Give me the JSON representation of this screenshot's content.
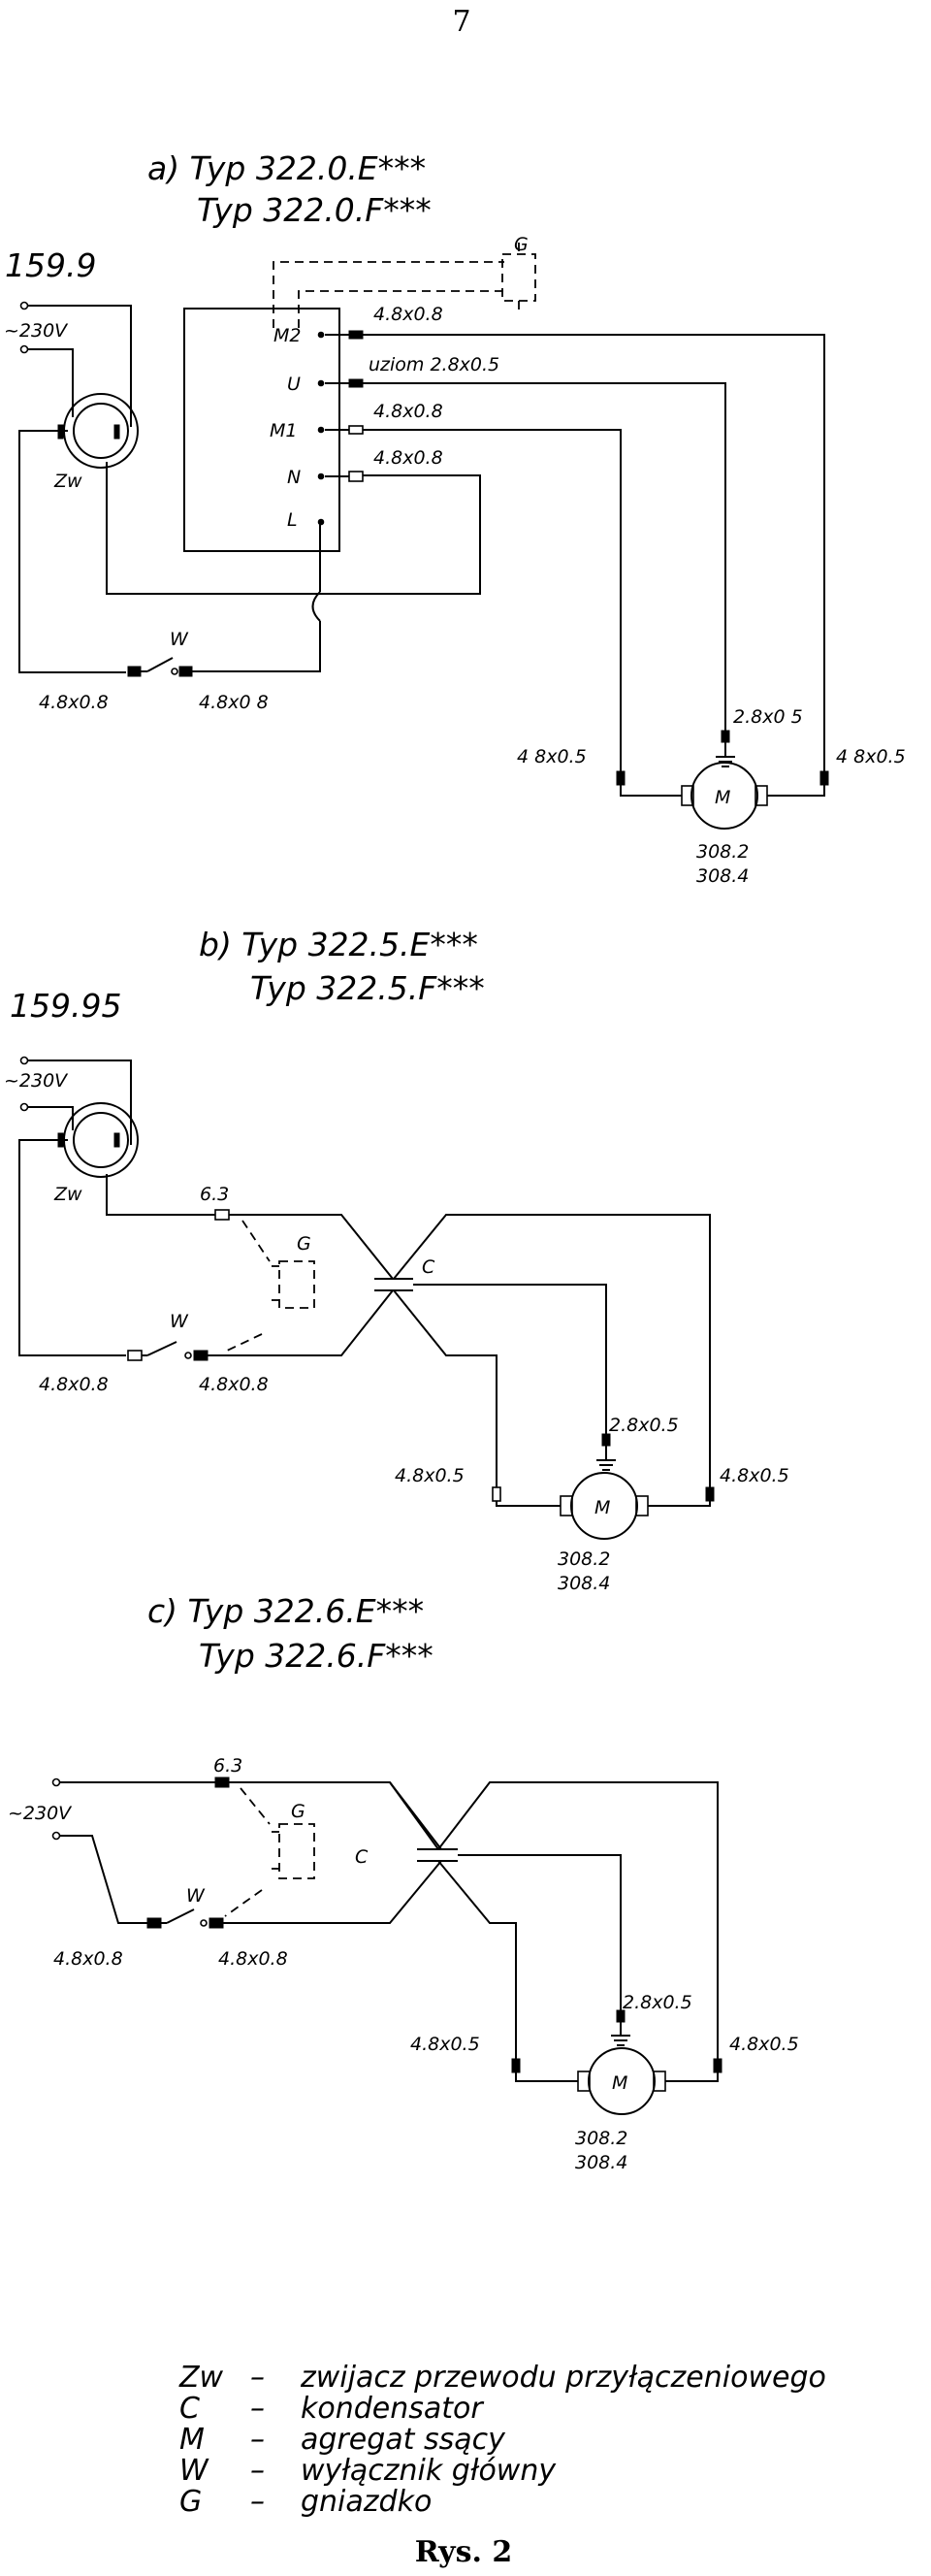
{
  "page_number": "7",
  "figure_caption": "Rys. 2",
  "diagram_a": {
    "title_line1": "a) Typ  322.0.E***",
    "title_line2": "Typ  322.0.F***",
    "model_number": "159.9",
    "voltage": "~230V",
    "zw": "Zw",
    "terminals": [
      "M2",
      "U",
      "M1",
      "N",
      "L"
    ],
    "conn_m2": "4.8x0.8",
    "conn_u": "uziom  2.8x0.5",
    "conn_m1": "4.8x0.8",
    "conn_n": "4.8x0.8",
    "socket": "G",
    "switch": "W",
    "switch_left": "4.8x0.8",
    "switch_right": "4.8x0 8",
    "motor": "M",
    "motor_ground": "2.8x0 5",
    "motor_left": "4 8x0.5",
    "motor_right": "4 8x0.5",
    "motor_model_1": "308.2",
    "motor_model_2": "308.4"
  },
  "diagram_b": {
    "title_line1": "b)  Typ  322.5.E***",
    "title_line2": "Typ  322.5.F***",
    "model_number": "159.95",
    "voltage": "~230V",
    "zw": "Zw",
    "socket_conn": "6.3",
    "socket": "G",
    "capacitor": "C",
    "switch": "W",
    "switch_left": "4.8x0.8",
    "switch_right": "4.8x0.8",
    "motor": "M",
    "motor_ground": "2.8x0.5",
    "motor_left": "4.8x0.5",
    "motor_right": "4.8x0.5",
    "motor_model_1": "308.2",
    "motor_model_2": "308.4"
  },
  "diagram_c": {
    "title_line1": "c)  Typ  322.6.E***",
    "title_line2": "Typ  322.6.F***",
    "voltage": "~230V",
    "socket_conn": "6.3",
    "socket": "G",
    "capacitor": "C",
    "switch": "W",
    "switch_left": "4.8x0.8",
    "switch_right": "4.8x0.8",
    "motor": "M",
    "motor_ground": "2.8x0.5",
    "motor_left": "4.8x0.5",
    "motor_right": "4.8x0.5",
    "motor_model_1": "308.2",
    "motor_model_2": "308.4"
  },
  "legend": [
    {
      "symbol": "Zw",
      "dash": "–",
      "description": "zwijacz  przewodu  przyłączeniowego"
    },
    {
      "symbol": "C",
      "dash": "–",
      "description": "kondensator"
    },
    {
      "symbol": "M",
      "dash": "–",
      "description": "agregat  ssący"
    },
    {
      "symbol": "W",
      "dash": "–",
      "description": "wyłącznik  główny"
    },
    {
      "symbol": "G",
      "dash": "–",
      "description": "gniazdko"
    }
  ]
}
